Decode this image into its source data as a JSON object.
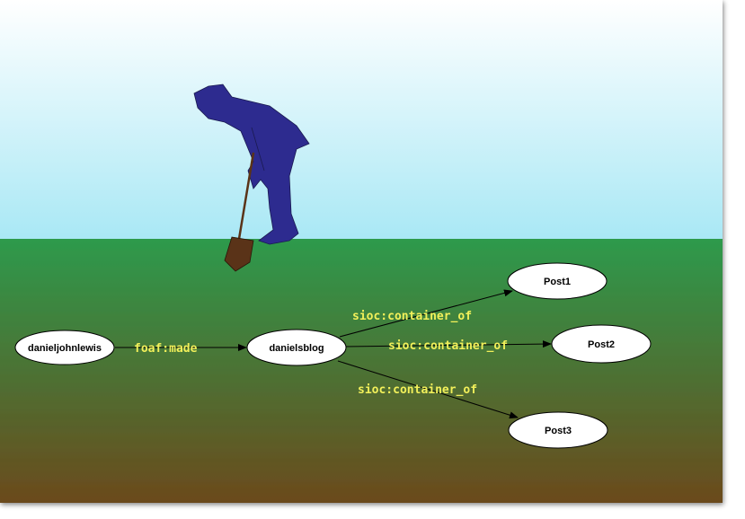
{
  "colors": {
    "sky_top": "#ffffff",
    "sky_bottom": "#a9e8f5",
    "ground_top": "#2d9a4c",
    "ground_bottom": "#6b4a1c",
    "figure": "#2d2b8f",
    "shovel_blade": "#5a3318",
    "edge_label": "#f2f05a",
    "node_fill": "#ffffff"
  },
  "illustration": {
    "figure": "person-digging-icon",
    "tool": "shovel-icon"
  },
  "diagram": {
    "nodes": [
      {
        "id": "danieljohnlewis",
        "label": "danieljohnlewis"
      },
      {
        "id": "danielsblog",
        "label": "danielsblog"
      },
      {
        "id": "post1",
        "label": "Post1"
      },
      {
        "id": "post2",
        "label": "Post2"
      },
      {
        "id": "post3",
        "label": "Post3"
      }
    ],
    "edges": [
      {
        "from": "danieljohnlewis",
        "to": "danielsblog",
        "label": "foaf:made"
      },
      {
        "from": "danielsblog",
        "to": "post1",
        "label": "sioc:container_of"
      },
      {
        "from": "danielsblog",
        "to": "post2",
        "label": "sioc:container_of"
      },
      {
        "from": "danielsblog",
        "to": "post3",
        "label": "sioc:container_of"
      }
    ]
  }
}
